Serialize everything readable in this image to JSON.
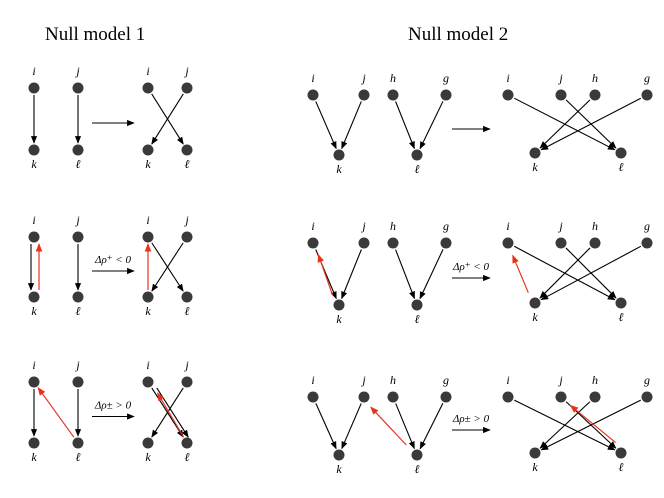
{
  "titles": {
    "model1": "Null model 1",
    "model2": "Null model 2"
  },
  "ops": {
    "r1": "",
    "r2": "Δρ⁺ < 0",
    "r3": "Δρ± > 0"
  },
  "colors": {
    "node": "#3a3a3a",
    "edge": "#000000",
    "highlight": "#e8321a"
  },
  "labels": {
    "i": "i",
    "j": "j",
    "k": "k",
    "l": "ℓ",
    "h": "h",
    "g": "g"
  }
}
